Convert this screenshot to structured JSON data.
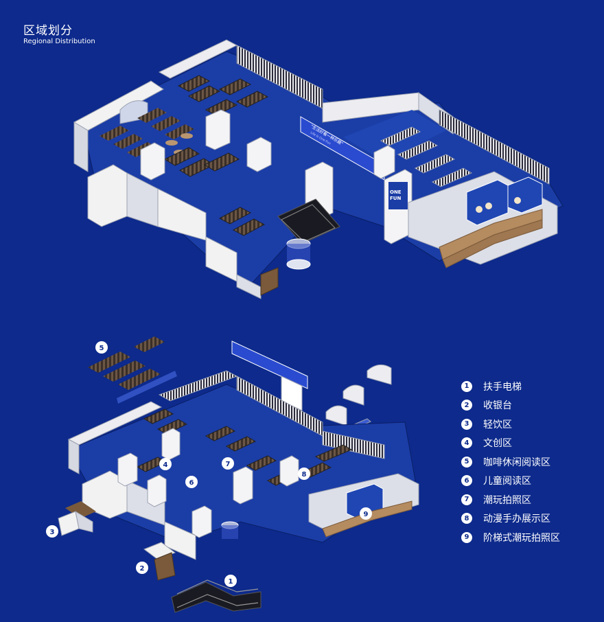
{
  "header": {
    "title_cn": "区域划分",
    "title_en": "Regional Distribution"
  },
  "signage": {
    "banner": "\"生活好看一种乐趣\"",
    "banner_sub": "Life Is One Fun",
    "brand_line1": "ONE",
    "brand_line2": "FUN"
  },
  "markers": [
    "1",
    "2",
    "3",
    "4",
    "5",
    "6",
    "7",
    "8",
    "9"
  ],
  "legend": [
    {
      "num": "1",
      "label": "扶手电梯"
    },
    {
      "num": "2",
      "label": "收银台"
    },
    {
      "num": "3",
      "label": "轻饮区"
    },
    {
      "num": "4",
      "label": "文创区"
    },
    {
      "num": "5",
      "label": "咖啡休闲阅读区"
    },
    {
      "num": "6",
      "label": "儿童阅读区"
    },
    {
      "num": "7",
      "label": "潮玩拍照区"
    },
    {
      "num": "8",
      "label": "动漫手办展示区"
    },
    {
      "num": "9",
      "label": "阶梯式潮玩拍照区"
    }
  ],
  "colors": {
    "background": "#0d2a8c",
    "wall": "#f2f2f2",
    "wall_shade": "#c9ccd6",
    "floor": "#1b3da6",
    "shelf": "#4a3b2f",
    "accent_blue": "#2a4bd0"
  }
}
